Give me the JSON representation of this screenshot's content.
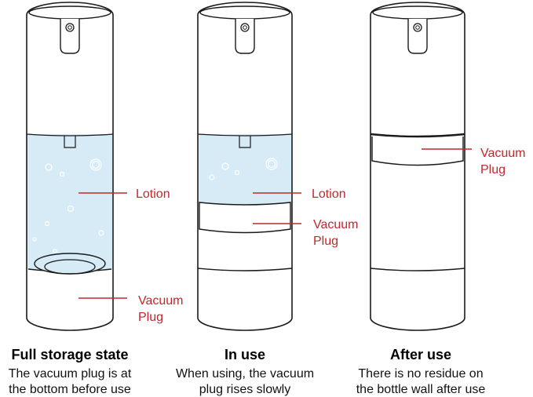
{
  "colors": {
    "outline": "#1a1a1a",
    "lotion": "#d6ebf6",
    "callout": "#c0282d"
  },
  "panels": [
    {
      "title": "Full storage state",
      "caption": [
        "The vacuum plug is at",
        "the bottom before use"
      ],
      "callouts": [
        {
          "label": [
            "Lotion"
          ]
        },
        {
          "label": [
            "Vacuum",
            "Plug"
          ]
        }
      ]
    },
    {
      "title": "In use",
      "caption": [
        "When using, the vacuum",
        "plug rises slowly"
      ],
      "callouts": [
        {
          "label": [
            "Lotion"
          ]
        },
        {
          "label": [
            "Vacuum",
            "Plug"
          ]
        }
      ]
    },
    {
      "title": "After use",
      "caption": [
        "There is no residue on",
        "the bottle wall after use"
      ],
      "callouts": [
        {
          "label": [
            "Vacuum",
            "Plug"
          ]
        }
      ]
    }
  ]
}
